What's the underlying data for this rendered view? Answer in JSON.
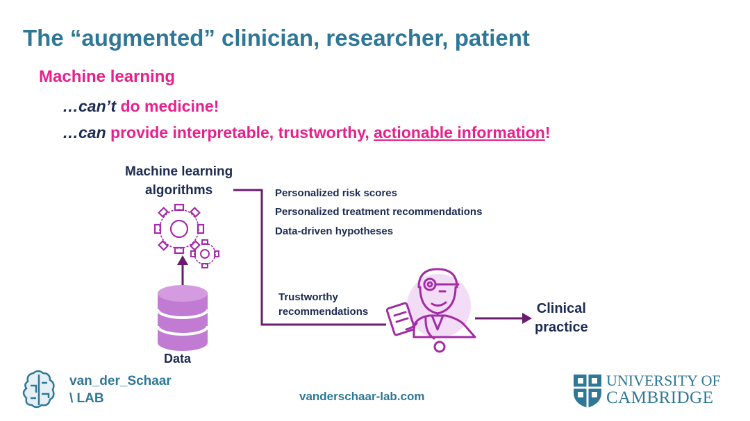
{
  "slide": {
    "title": "The “augmented” clinician, researcher, patient",
    "heading": "Machine learning",
    "line1": {
      "prefix": "…",
      "emph": "can’t",
      "rest": " do medicine!"
    },
    "line2": {
      "prefix": "…",
      "emph": "can",
      "rest": " provide interpretable, trustworthy, ",
      "underlined": "actionable information",
      "suffix": "!"
    }
  },
  "diagram": {
    "algorithms_label_line1": "Machine learning",
    "algorithms_label_line2": "algorithms",
    "outputs": [
      "Personalized risk scores",
      "Personalized treatment recommendations",
      "Data-driven hypotheses"
    ],
    "recommendations_label_line1": "Trustworthy",
    "recommendations_label_line2": "recommendations",
    "clinical_line1": "Clinical",
    "clinical_line2": "practice",
    "data_label": "Data",
    "colors": {
      "arrow": "#6a1b6e",
      "database": "#c27bd3",
      "icon_outline": "#a32ca6",
      "navy": "#1c2b52"
    }
  },
  "footer": {
    "lab_line1": "van_der_Schaar",
    "lab_line2": "\\ LAB",
    "url": "vanderschaar-lab.com",
    "university_line1": "UNIVERSITY OF",
    "university_line2": "CAMBRIDGE"
  }
}
